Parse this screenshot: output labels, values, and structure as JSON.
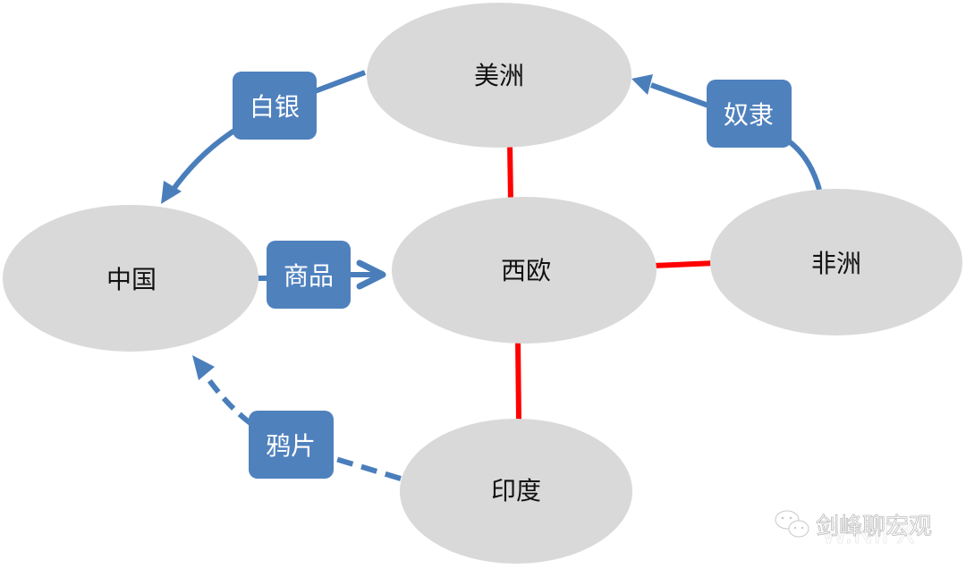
{
  "colors": {
    "node_fill": "#d9d9d9",
    "label_box_fill": "#4f81bd",
    "flow_arrow": "#4a7ebb",
    "link_line": "#ff0000",
    "node_text": "#111111",
    "box_text": "#ffffff"
  },
  "nodes": [
    {
      "id": "americas",
      "label": "美洲"
    },
    {
      "id": "western-europe",
      "label": "西欧"
    },
    {
      "id": "china",
      "label": "中国"
    },
    {
      "id": "africa",
      "label": "非洲"
    },
    {
      "id": "india",
      "label": "印度"
    }
  ],
  "flows": [
    {
      "id": "silver",
      "label": "白银",
      "from": "americas",
      "to": "china",
      "style": "solid"
    },
    {
      "id": "slaves",
      "label": "奴隶",
      "from": "africa",
      "to": "americas",
      "style": "solid"
    },
    {
      "id": "goods",
      "label": "商品",
      "from": "china",
      "to": "western-europe",
      "style": "solid"
    },
    {
      "id": "opium",
      "label": "鸦片",
      "from": "india",
      "to": "china",
      "style": "dashed"
    }
  ],
  "links": [
    {
      "from": "western-europe",
      "to": "americas"
    },
    {
      "from": "western-europe",
      "to": "africa"
    },
    {
      "from": "western-europe",
      "to": "india"
    }
  ],
  "watermark": {
    "icon": "wechat-icon",
    "text": "剑峰聊宏观",
    "ghost_text": "W.NIFX"
  }
}
